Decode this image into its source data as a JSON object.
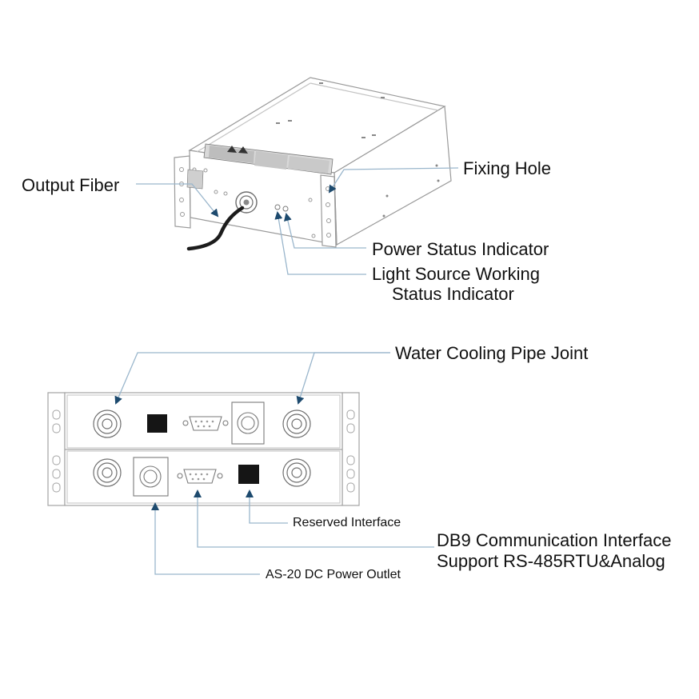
{
  "labels": {
    "output_fiber": "Output Fiber",
    "fixing_hole": "Fixing Hole",
    "power_status_indicator": "Power Status Indicator",
    "light_source_line1": "Light Source Working",
    "light_source_line2": "Status Indicator",
    "water_cooling_pipe_joint": "Water Cooling Pipe Joint",
    "reserved_interface": "Reserved Interface",
    "db9_line1": "DB9 Communication Interface",
    "db9_line2": "Support RS-485RTU&Analog",
    "dc_power_outlet": "AS-20 DC Power Outlet"
  },
  "colors": {
    "leader_line": "#9ab6cc",
    "arrow": "#1d4a6e",
    "device_outline": "#9a9a9a",
    "text": "#111111"
  }
}
